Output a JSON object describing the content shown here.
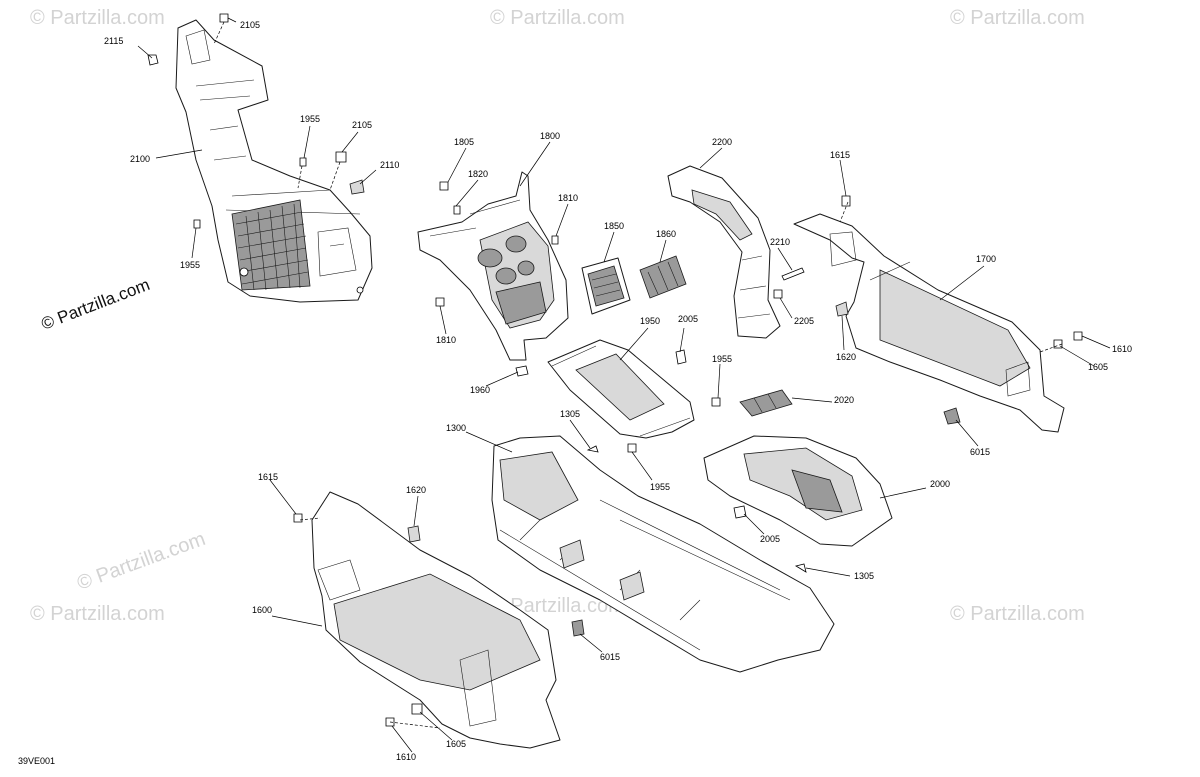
{
  "watermarks": [
    "© Partzilla.com",
    "© Partzilla.com",
    "© Partzilla.com",
    "© Partzilla.com",
    "© Partzilla.com",
    "© Partzilla.com",
    "© Partzilla.com"
  ],
  "brand": "© Partzilla.com",
  "diagram_code": "39VE001",
  "callouts": {
    "c2105a": "2105",
    "c2115": "2115",
    "c1955a": "1955",
    "c2105b": "2105",
    "c2110": "2110",
    "c2100": "2100",
    "c1955b": "1955",
    "c1805": "1805",
    "c1800": "1800",
    "c1820": "1820",
    "c1810a": "1810",
    "c1810b": "1810",
    "c1850": "1850",
    "c1860": "1860",
    "c2200": "2200",
    "c2210": "2210",
    "c2205a": "2205",
    "c1615a": "1615",
    "c1700": "1700",
    "c1620a": "1620",
    "c1610a": "1610",
    "c1605a": "1605",
    "c6015a": "6015",
    "c1950": "1950",
    "c2005a": "2005",
    "c1955c": "1955",
    "c1960": "1960",
    "c2020": "2020",
    "c1305a": "1305",
    "c1300": "1300",
    "c1955d": "1955",
    "c2000": "2000",
    "c2005b": "2005",
    "c1305b": "1305",
    "c1615b": "1615",
    "c1620b": "1620",
    "c1600": "1600",
    "c6015b": "6015",
    "c1610b": "1610",
    "c1605b": "1605"
  }
}
